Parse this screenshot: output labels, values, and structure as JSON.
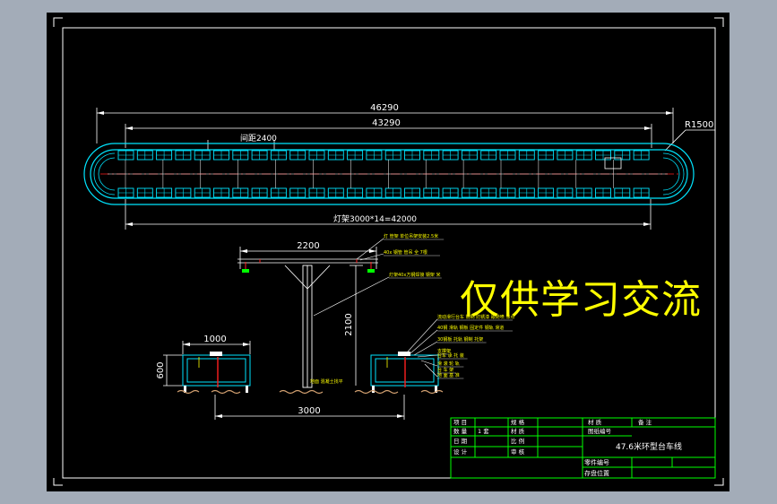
{
  "colors": {
    "background": "#a3acb8",
    "sheet": "#000000",
    "frame": "#ffffff",
    "conveyor": "#00e5ff",
    "dims": "#ffffff",
    "table": "#00ff00",
    "accent": "#ff2020",
    "watermark": "#ffff00"
  },
  "plan": {
    "overall_length": "46290",
    "straight_length": "43290",
    "spacing_label": "间距2400",
    "radius_label": "R1500",
    "lamp_label": "灯架3000*14=42000"
  },
  "section": {
    "top_width": "2200",
    "height": "2100",
    "bench_width": "1000",
    "bench_height": "600",
    "base_span": "3000",
    "callouts": [
      "灯 管架  单位吊架安装2.5米",
      "40x 钢管  管吊 全 7根",
      "灯架40x方钢焊接 钢架 米",
      "流动滑行台车 钢制 防锈漆 跟随喷 涂点",
      "40钢 滑轨 钢板  固定件 钢轨 滑道",
      "30钢板 托轨 钢制 托架",
      "支撑架",
      "台车 承 托 装",
      "滑 滚 轮 轨",
      "台 车 架",
      "地 面 基 准"
    ],
    "floor_label": "地面  混凝土找平"
  },
  "watermark": "仅供学习交流",
  "title_block": {
    "rows": [
      [
        "项 目",
        "",
        "规 格",
        "",
        "材 质",
        "备 注"
      ],
      [
        "数 量",
        "1 套",
        "材 质",
        "",
        "图纸编号",
        ""
      ],
      [
        "日 期",
        "",
        "比 例",
        "",
        "",
        ""
      ],
      [
        "设 计",
        "",
        "审 核",
        "",
        "",
        ""
      ]
    ],
    "drawing_title": "47.6米环型台车线",
    "file_label": "零件编号",
    "storage_label": "存盘位置"
  }
}
